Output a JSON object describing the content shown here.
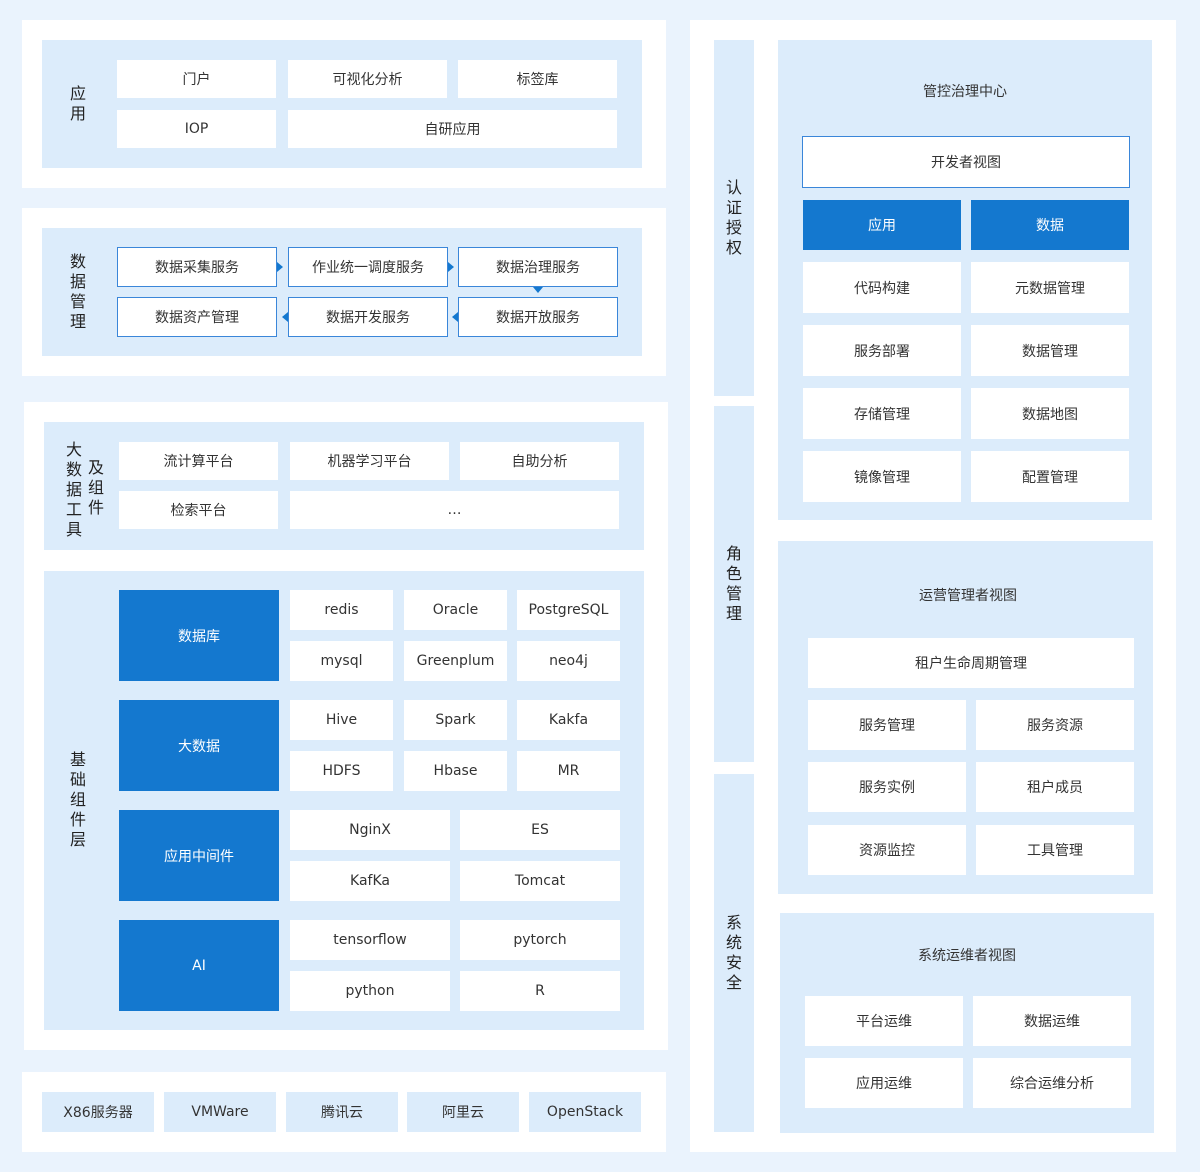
{
  "app_layer": {
    "label": "应用",
    "items": [
      "门户",
      "可视化分析",
      "标签库",
      "IOP",
      "自研应用"
    ]
  },
  "data_mgmt": {
    "label": "数据管理",
    "items": [
      "数据采集服务",
      "作业统一调度服务",
      "数据治理服务",
      "数据资产管理",
      "数据开发服务",
      "数据开放服务"
    ]
  },
  "bigdata_tools": {
    "label": "大数据工具及组件",
    "label_col1": "大数据工具",
    "label_col2": "及组件",
    "items": [
      "流计算平台",
      "机器学习平台",
      "自助分析",
      "检索平台",
      "…"
    ]
  },
  "base_layer": {
    "label": "基础组件层",
    "groups": [
      {
        "name": "数据库",
        "items": [
          "redis",
          "Oracle",
          "PostgreSQL",
          "mysql",
          "Greenplum",
          "neo4j"
        ]
      },
      {
        "name": "大数据",
        "items": [
          "Hive",
          "Spark",
          "Kakfa",
          "HDFS",
          "Hbase",
          "MR"
        ]
      },
      {
        "name": "应用中间件",
        "items": [
          "NginX",
          "ES",
          "KafKa",
          "Tomcat"
        ]
      },
      {
        "name": "AI",
        "items": [
          "tensorflow",
          "pytorch",
          "python",
          "R"
        ]
      }
    ]
  },
  "infra": {
    "items": [
      "X86服务器",
      "VMWare",
      "腾讯云",
      "阿里云",
      "OpenStack"
    ]
  },
  "security": {
    "labels": [
      "认证授权",
      "角色管理",
      "系统安全"
    ]
  },
  "control_center": {
    "title": "管控治理中心",
    "dev_view": "开发者视图",
    "tabs": [
      "应用",
      "数据"
    ],
    "items": [
      "代码构建",
      "元数据管理",
      "服务部署",
      "数据管理",
      "存储管理",
      "数据地图",
      "镜像管理",
      "配置管理"
    ]
  },
  "ops_view": {
    "title": "运营管理者视图",
    "top": "租户生命周期管理",
    "items": [
      "服务管理",
      "服务资源",
      "服务实例",
      "租户成员",
      "资源监控",
      "工具管理"
    ]
  },
  "sysops_view": {
    "title": "系统运维者视图",
    "items": [
      "平台运维",
      "数据运维",
      "应用运维",
      "综合运维分析"
    ]
  },
  "colors": {
    "accent": "#1478cf",
    "panel_bg": "#dcecfb",
    "page_bg": "#eaf3fd"
  }
}
